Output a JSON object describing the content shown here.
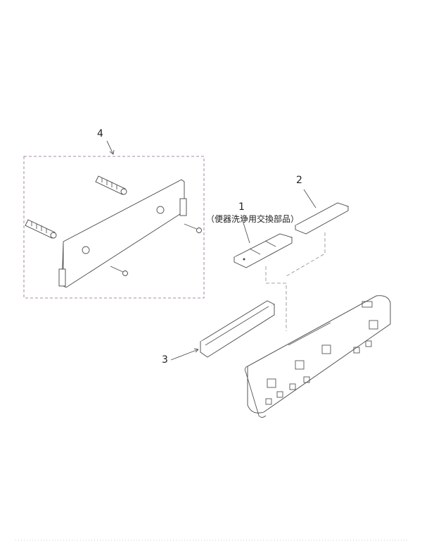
{
  "callouts": {
    "part1": "1",
    "part1_note": "（便器洗浄用交換部品）",
    "part2": "2",
    "part3": "3",
    "part4": "4"
  }
}
